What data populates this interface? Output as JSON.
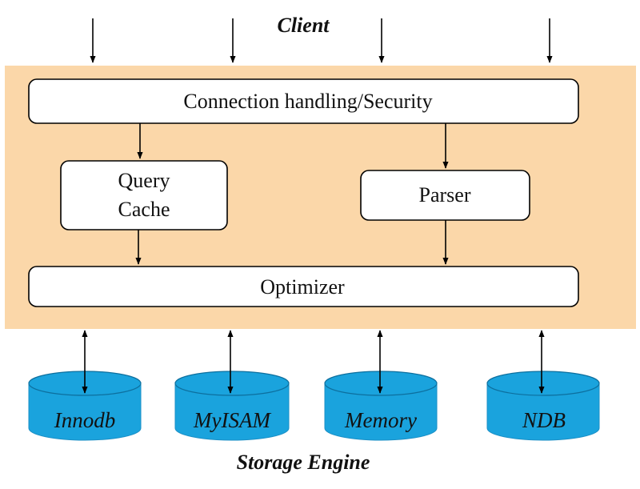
{
  "client_label": "Client",
  "storage_engine_label": "Storage Engine",
  "connection_label": "Connection handling/Security",
  "query_cache_label": [
    "Query",
    "Cache"
  ],
  "parser_label": "Parser",
  "optimizer_label": "Optimizer",
  "engines": [
    "Innodb",
    "MyISAM",
    "Memory",
    "NDB"
  ],
  "colors": {
    "panel": "#fbd7a9",
    "engine": "#1aa3dd"
  }
}
